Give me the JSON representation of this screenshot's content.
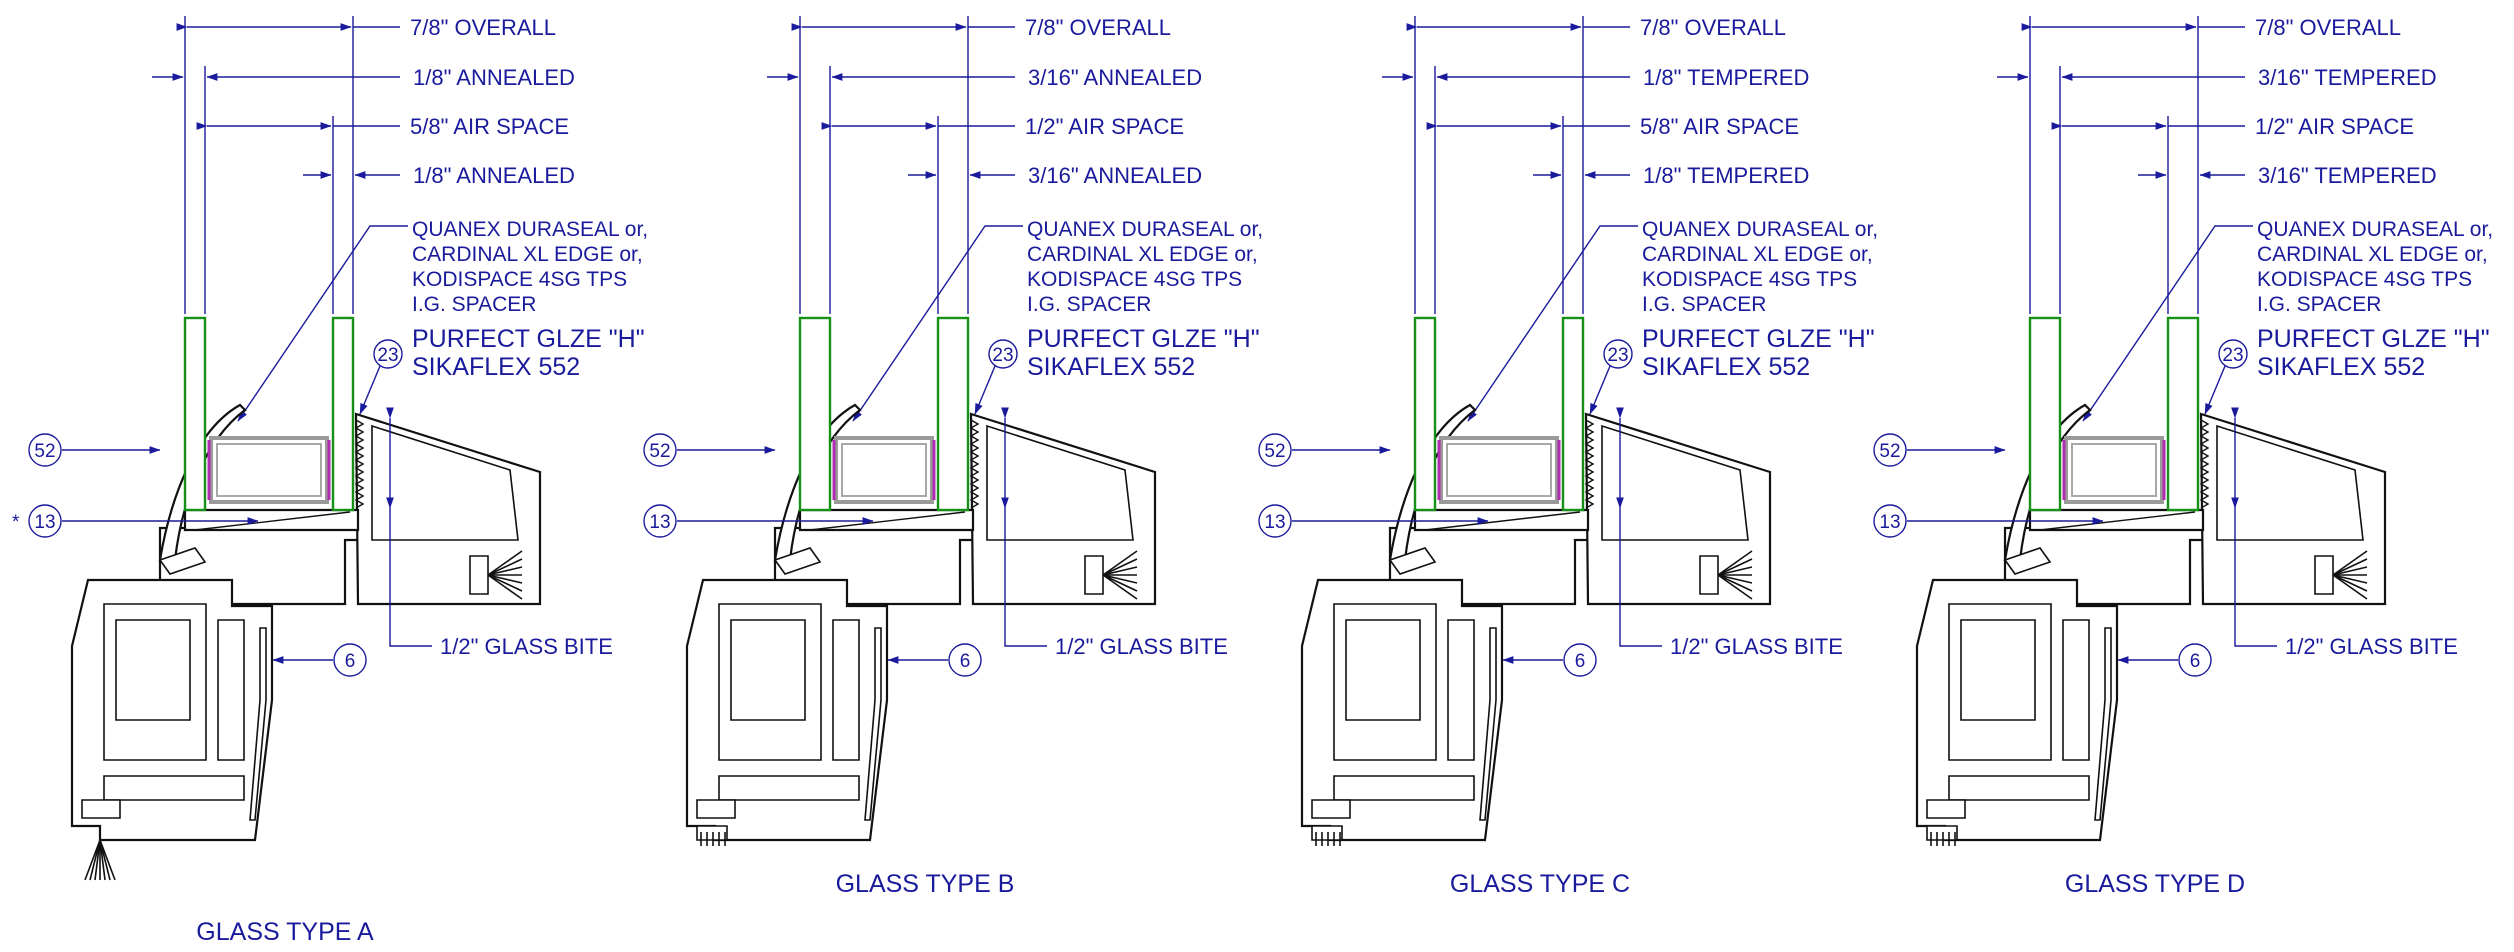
{
  "details": [
    {
      "id": "a",
      "title": "GLASS TYPE A",
      "dimensions": {
        "overall": "7/8\"  OVERALL",
        "lite1": "1/8\"  ANNEALED",
        "air_space": "5/8\"  AIR SPACE",
        "lite2": "1/8\"  ANNEALED"
      },
      "spacer_note": [
        "QUANEX DURASEAL or,",
        "CARDINAL XL EDGE or,",
        "KODISPACE 4SG TPS",
        "I.G. SPACER"
      ],
      "sealant_note": [
        "PURFECT GLZE \"H\"",
        "SIKAFLEX 552"
      ],
      "glass_bite": "1/2\"  GLASS BITE",
      "callouts": {
        "sealant": "23",
        "glazing_bead": "52",
        "setting_block": "13",
        "frame": "6"
      },
      "asterisk": "*"
    },
    {
      "id": "b",
      "title": "GLASS TYPE B",
      "dimensions": {
        "overall": "7/8\"  OVERALL",
        "lite1": "3/16\"  ANNEALED",
        "air_space": "1/2\"  AIR SPACE",
        "lite2": "3/16\"  ANNEALED"
      },
      "spacer_note": [
        "QUANEX DURASEAL or,",
        "CARDINAL XL EDGE or,",
        "KODISPACE 4SG TPS",
        "I.G. SPACER"
      ],
      "sealant_note": [
        "PURFECT GLZE \"H\"",
        "SIKAFLEX 552"
      ],
      "glass_bite": "1/2\"  GLASS BITE",
      "callouts": {
        "sealant": "23",
        "glazing_bead": "52",
        "setting_block": "13",
        "frame": "6"
      },
      "asterisk": ""
    },
    {
      "id": "c",
      "title": "GLASS TYPE C",
      "dimensions": {
        "overall": "7/8\"  OVERALL",
        "lite1": "1/8\"  TEMPERED",
        "air_space": "5/8\"  AIR SPACE",
        "lite2": "1/8\"  TEMPERED"
      },
      "spacer_note": [
        "QUANEX DURASEAL or,",
        "CARDINAL XL EDGE or,",
        "KODISPACE 4SG TPS",
        "I.G. SPACER"
      ],
      "sealant_note": [
        "PURFECT GLZE \"H\"",
        "SIKAFLEX 552"
      ],
      "glass_bite": "1/2\"  GLASS BITE",
      "callouts": {
        "sealant": "23",
        "glazing_bead": "52",
        "setting_block": "13",
        "frame": "6"
      },
      "asterisk": ""
    },
    {
      "id": "d",
      "title": "GLASS TYPE D",
      "dimensions": {
        "overall": "7/8\"  OVERALL",
        "lite1": "3/16\"  TEMPERED",
        "air_space": "1/2\"  AIR SPACE",
        "lite2": "3/16\"  TEMPERED"
      },
      "spacer_note": [
        "QUANEX DURASEAL or,",
        "CARDINAL XL EDGE or,",
        "KODISPACE 4SG TPS",
        "I.G. SPACER"
      ],
      "sealant_note": [
        "PURFECT GLZE \"H\"",
        "SIKAFLEX 552"
      ],
      "glass_bite": "1/2\"  GLASS BITE",
      "callouts": {
        "sealant": "23",
        "glazing_bead": "52",
        "setting_block": "13",
        "frame": "6"
      },
      "asterisk": ""
    }
  ],
  "colors": {
    "annotation": "#1a1a9c",
    "glass": "#169016",
    "spacer": "#9a9a9a",
    "seal": "#b02cb0",
    "frame": "#111111"
  }
}
